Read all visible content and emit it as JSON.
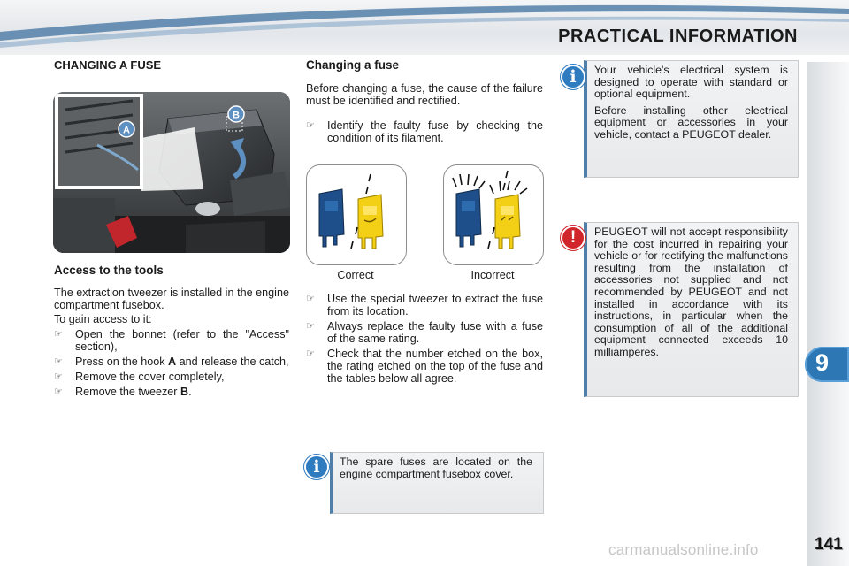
{
  "header": {
    "title": "PRACTICAL INFORMATION"
  },
  "chapter": {
    "number": "9"
  },
  "page": {
    "number": "141"
  },
  "left_column": {
    "title": "CHANGING A FUSE",
    "photo": {
      "callout_a": "A",
      "callout_b": "B"
    },
    "access_title": "Access to the tools",
    "access_intro": "The extraction tweezer is installed in the engine compartment fusebox.",
    "gain_access": "To gain access to it:",
    "steps": [
      {
        "text": "Open the bonnet (refer to the \"Access\" section),"
      },
      {
        "pre": "Press on the hook ",
        "bold": "A",
        "post": " and release the catch,"
      },
      {
        "text": "Remove the cover completely,"
      },
      {
        "pre": "Remove the tweezer ",
        "bold": "B",
        "post": "."
      }
    ]
  },
  "middle_column": {
    "title": "Changing a fuse",
    "intro": "Before changing a fuse, the cause of the failure must be identified and rectified.",
    "bullet1": "Identify the faulty fuse by checking the condition of its filament.",
    "figures": {
      "correct_label": "Correct",
      "incorrect_label": "Incorrect"
    },
    "bullets2": [
      "Use the special tweezer to extract the fuse from its location.",
      "Always replace the faulty fuse with a fuse of the same rating.",
      "Check that the number etched on the box, the rating etched on the top of the fuse and the tables below all agree."
    ],
    "spare_box": "The spare fuses are located on the engine compartment fusebox cover."
  },
  "right_column": {
    "info_box": [
      "Your vehicle's electrical system is designed to operate with standard or optional equipment.",
      "Before installing other electrical equipment or accessories in your vehicle, contact a PEUGEOT dealer."
    ],
    "warning_box": "PEUGEOT will not accept responsibility for the cost incurred in repairing your vehicle or for rectifying the malfunctions resulting from the installation of accessories not supplied and not recommended by PEUGEOT and not installed in accordance with its instructions, in particular when the consumption of all of the additional equipment connected exceeds 10 milliamperes."
  },
  "icons": {
    "bullet": "pointing-hand-icon",
    "info": "info-icon",
    "warning": "exclamation-icon"
  },
  "colors": {
    "accent_blue": "#2c77b4",
    "warning_red": "#d0262b",
    "box_bar": "#4f7fa8"
  },
  "watermark": "carmanualsonline.info"
}
